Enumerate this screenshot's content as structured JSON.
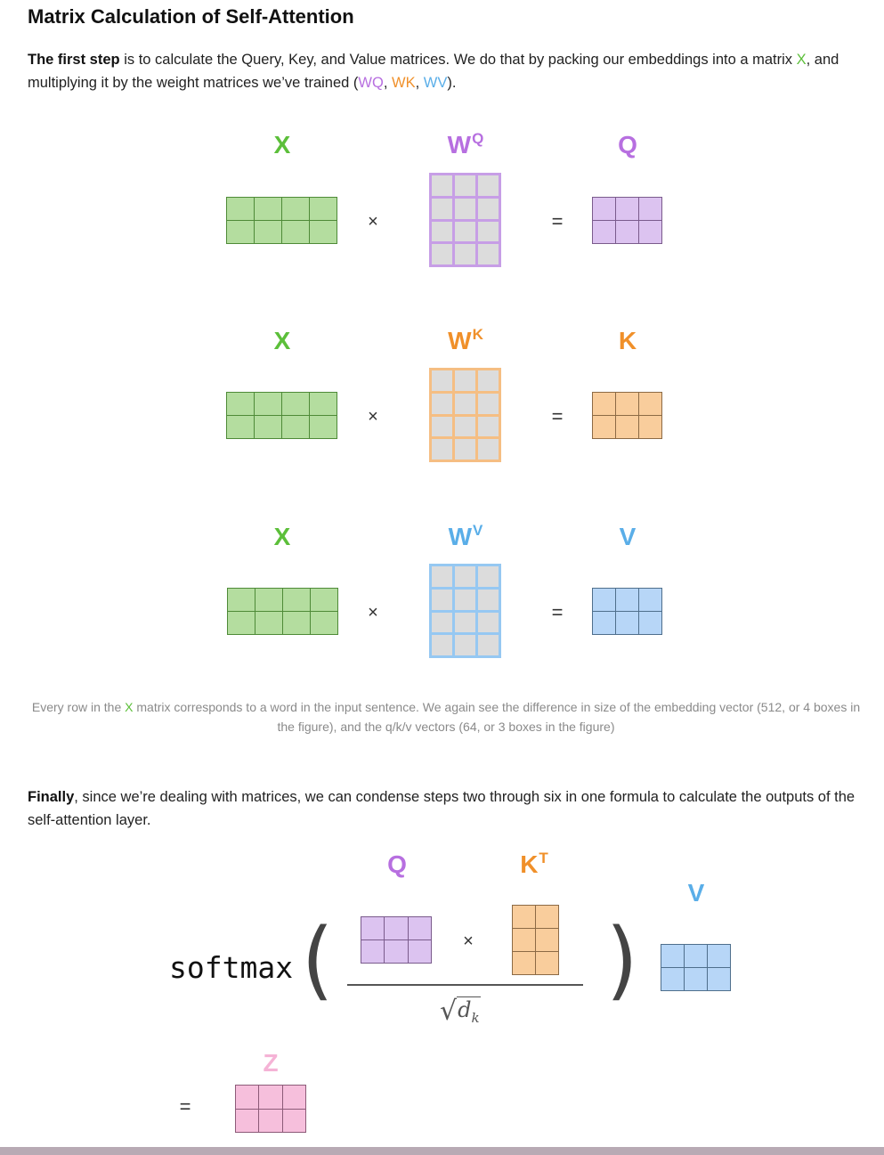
{
  "title": "Matrix Calculation of Self-Attention",
  "intro": {
    "bold": "The first step",
    "text1": " is to calculate the Query, Key, and Value matrices. We do that by packing our embeddings into a matrix ",
    "x": "X",
    "text2": ", and multiplying it by the weight matrices we’ve trained (",
    "wq": "WQ",
    "sep1": ", ",
    "wk": "WK",
    "sep2": ", ",
    "wv": "WV",
    "text3": ")."
  },
  "rows": [
    {
      "input_label": "X",
      "weight_base": "W",
      "weight_sup": "Q",
      "output_label": "Q",
      "times": "×",
      "equals": "="
    },
    {
      "input_label": "X",
      "weight_base": "W",
      "weight_sup": "K",
      "output_label": "K",
      "times": "×",
      "equals": "="
    },
    {
      "input_label": "X",
      "weight_base": "W",
      "weight_sup": "V",
      "output_label": "V",
      "times": "×",
      "equals": "="
    }
  ],
  "caption": {
    "text1": "Every row in the ",
    "x": "X",
    "text2": " matrix corresponds to a word in the input sentence. We again see the difference in size of the embedding vector (512, or 4 boxes in the figure), and the q/k/v vectors (64, or 3 boxes in the figure)"
  },
  "finally": {
    "bold": "Finally",
    "text": ", since we’re dealing with matrices, we can condense steps two through six in one formula to calculate the outputs of the self-attention layer."
  },
  "formula": {
    "softmax": "softmax",
    "open_paren": "(",
    "close_paren": ")",
    "q_label": "Q",
    "kt_base": "K",
    "kt_sup": "T",
    "times": "×",
    "v_label": "V",
    "sqrt_symbol": "√",
    "dk_base": "d",
    "dk_sub": "k",
    "equals": "=",
    "z_label": "Z"
  },
  "colors": {
    "x": "#5cbf3a",
    "q": "#b76fe0",
    "k": "#f0902a",
    "v": "#5aaee8",
    "z": "#f5b3d6"
  }
}
